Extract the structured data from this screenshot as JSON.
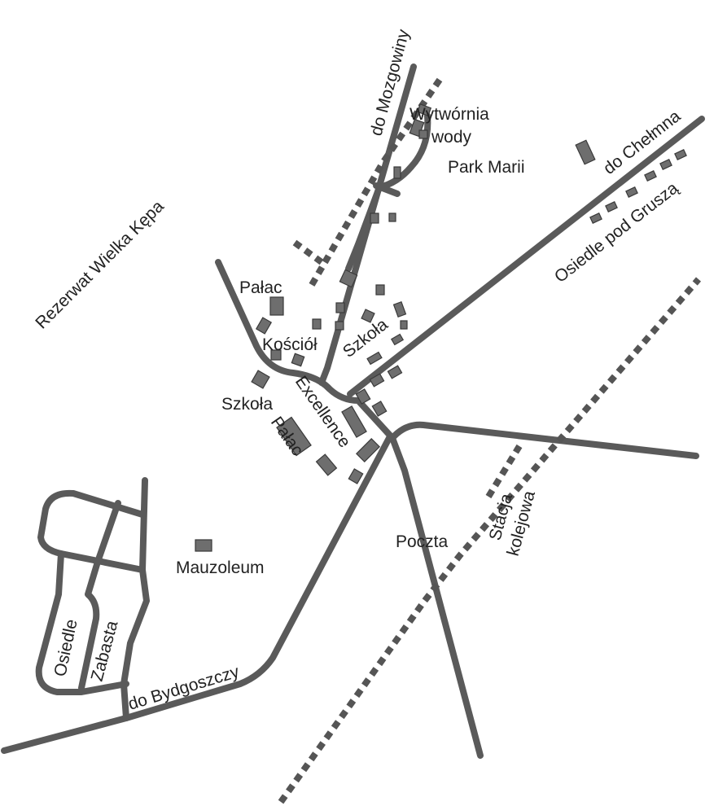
{
  "map": {
    "labels": {
      "rezerwat": "Rezerwat Wielka Kępa",
      "do_mozgowiny": "do Mozgowiny",
      "wytwornia_line1": "Wytwórnia",
      "wytwornia_line2": "wody",
      "park_marii": "Park Marii",
      "do_chelmna": "do Chełmna",
      "osiedle_pod_grusza": "Osiedle pod Gruszą",
      "palac_north": "Pałac",
      "kosciol": "Kościół",
      "szkola_east": "Szkoła",
      "szkola_west": "Szkoła",
      "excellence": "Excellence",
      "palac_south": "Pałac",
      "mauzoleum": "Mauzoleum",
      "poczta": "Poczta",
      "stacja": "Stacja",
      "kolejowa": "kolejowa",
      "osiedle": "Osiedle",
      "zabasta": "Zabasta",
      "do_bydgoszczy": "do Bydgoszczy"
    }
  }
}
